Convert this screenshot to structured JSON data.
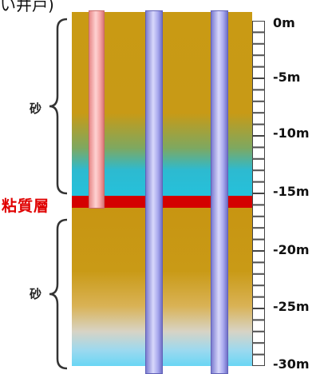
{
  "title": "い井戸)",
  "layers": {
    "upper_sand_label": "砂",
    "clay_label": "粘質層",
    "lower_sand_label": "砂"
  },
  "depth_labels": [
    "0m",
    "-5m",
    "-10m",
    "-15m",
    "-20m",
    "-25m",
    "-30m"
  ],
  "colors": {
    "sand": "#c99a14",
    "groundwater": "#25c1db",
    "clay": "#d40000",
    "shallow_well": "#f4a5a5",
    "deep_well": "#a8a8ee"
  }
}
